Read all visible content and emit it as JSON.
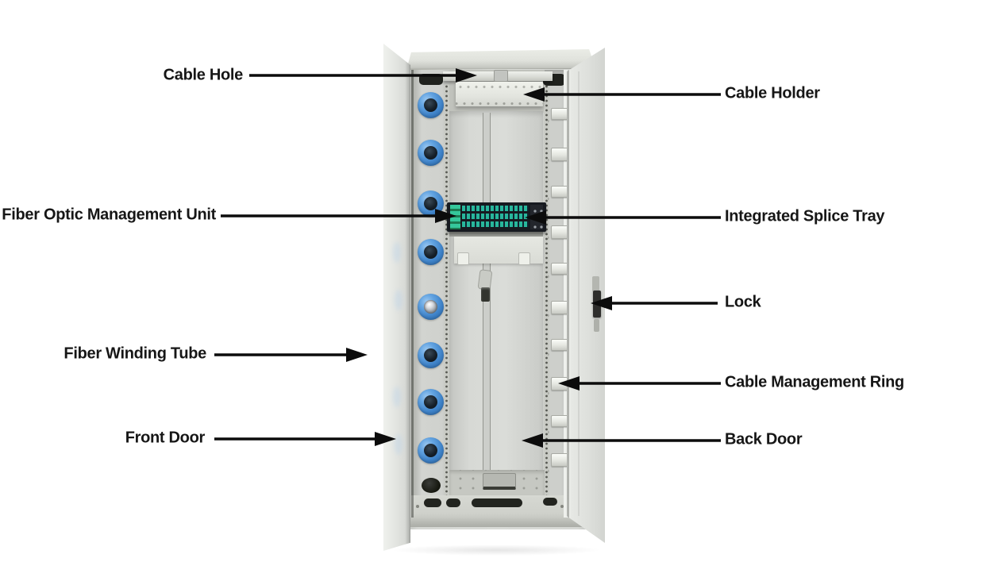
{
  "labels": {
    "left": [
      {
        "id": "cable-hole",
        "text": "Cable Hole"
      },
      {
        "id": "fiber-optic-management-unit",
        "text": "Fiber Optic Management Unit"
      },
      {
        "id": "fiber-winding-tube",
        "text": "Fiber Winding Tube"
      },
      {
        "id": "front-door",
        "text": "Front Door"
      }
    ],
    "right": [
      {
        "id": "cable-holder",
        "text": "Cable Holder"
      },
      {
        "id": "integrated-splice-tray",
        "text": "Integrated Splice Tray"
      },
      {
        "id": "lock",
        "text": "Lock"
      },
      {
        "id": "cable-management-ring",
        "text": "Cable Management Ring"
      },
      {
        "id": "back-door",
        "text": "Back Door"
      }
    ]
  },
  "colors": {
    "background": "#ffffff",
    "label_text": "#161616",
    "arrow": "#0c0c0c",
    "cabinet_body": "#d6d8d4",
    "door": "#e2e4e0",
    "grommet_blue": "#4e94d6",
    "splice_tray_teal": "#28b79c",
    "splice_tray_green": "#2e9e6e",
    "splice_tray_dark": "#171a20"
  }
}
